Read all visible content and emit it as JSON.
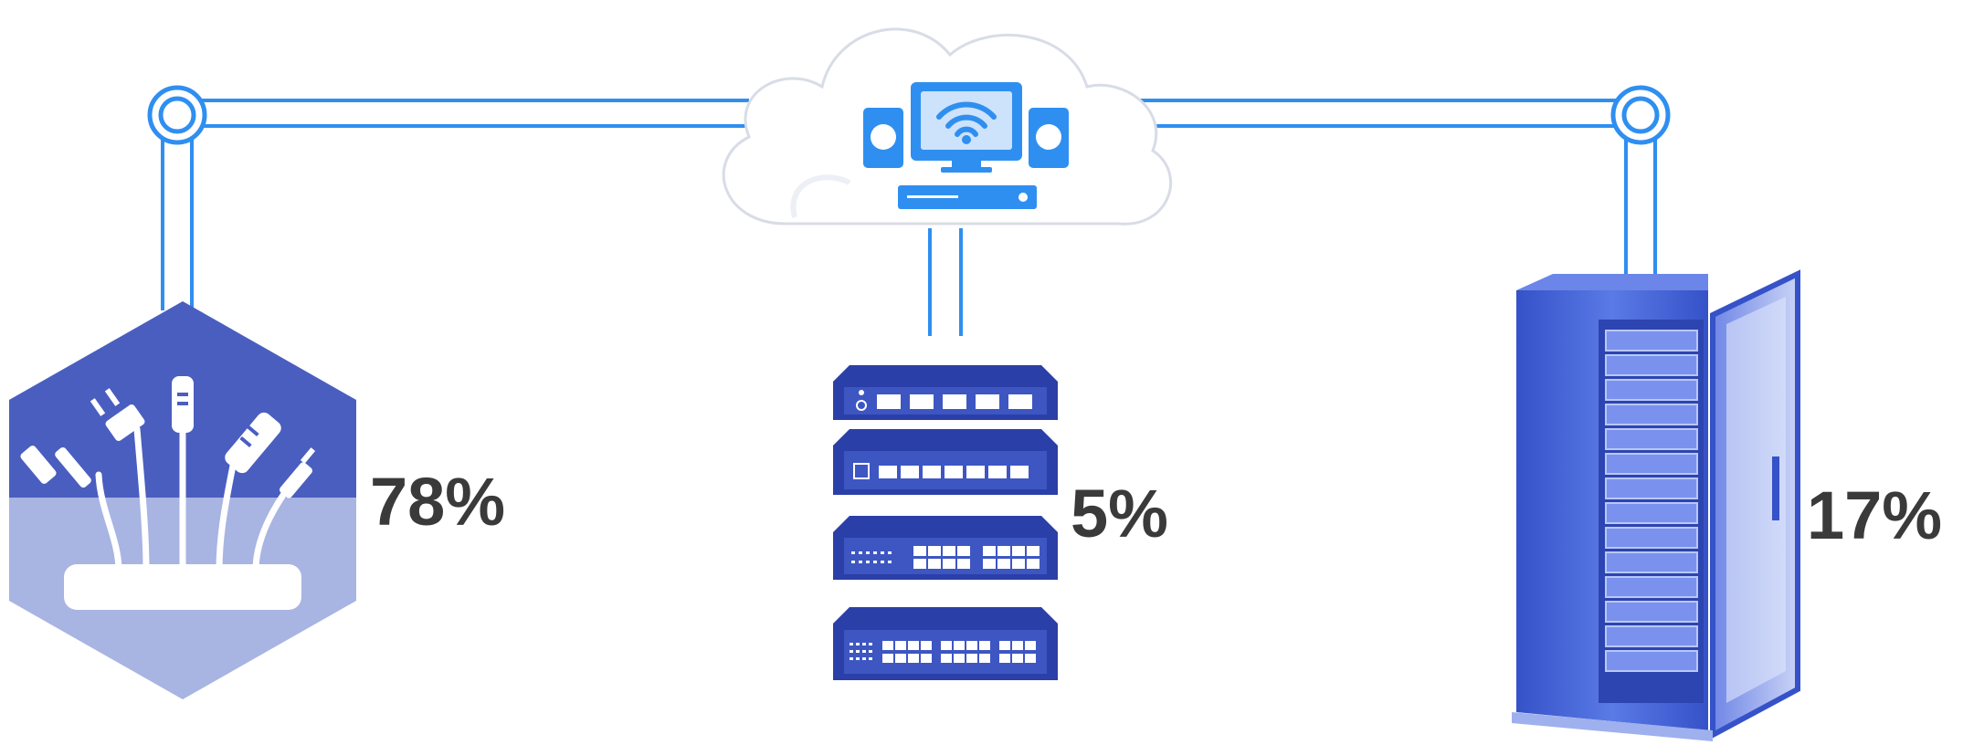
{
  "nodes": {
    "cables": {
      "percent_label": "78%",
      "share": 78
    },
    "switches": {
      "percent_label": "5%",
      "share": 5
    },
    "server_rack": {
      "percent_label": "17%",
      "share": 17
    }
  },
  "colors": {
    "line_blue": "#2f8ff0",
    "deep_blue": "#2b3fa8",
    "hex_top": "#4a5ec0",
    "hex_bottom": "#a8b4e2",
    "rack_blue": "#4868d8",
    "cloud_fill": "#ffffff",
    "cloud_stroke": "#d8dce6",
    "icon_blue": "#2f8ff0",
    "text_dark": "#3a3a3a"
  },
  "icons": [
    "cloud-icon",
    "monitor-wifi-icon",
    "speaker-icon",
    "network-switch-icon",
    "cable-connectors-icon",
    "server-rack-icon"
  ]
}
